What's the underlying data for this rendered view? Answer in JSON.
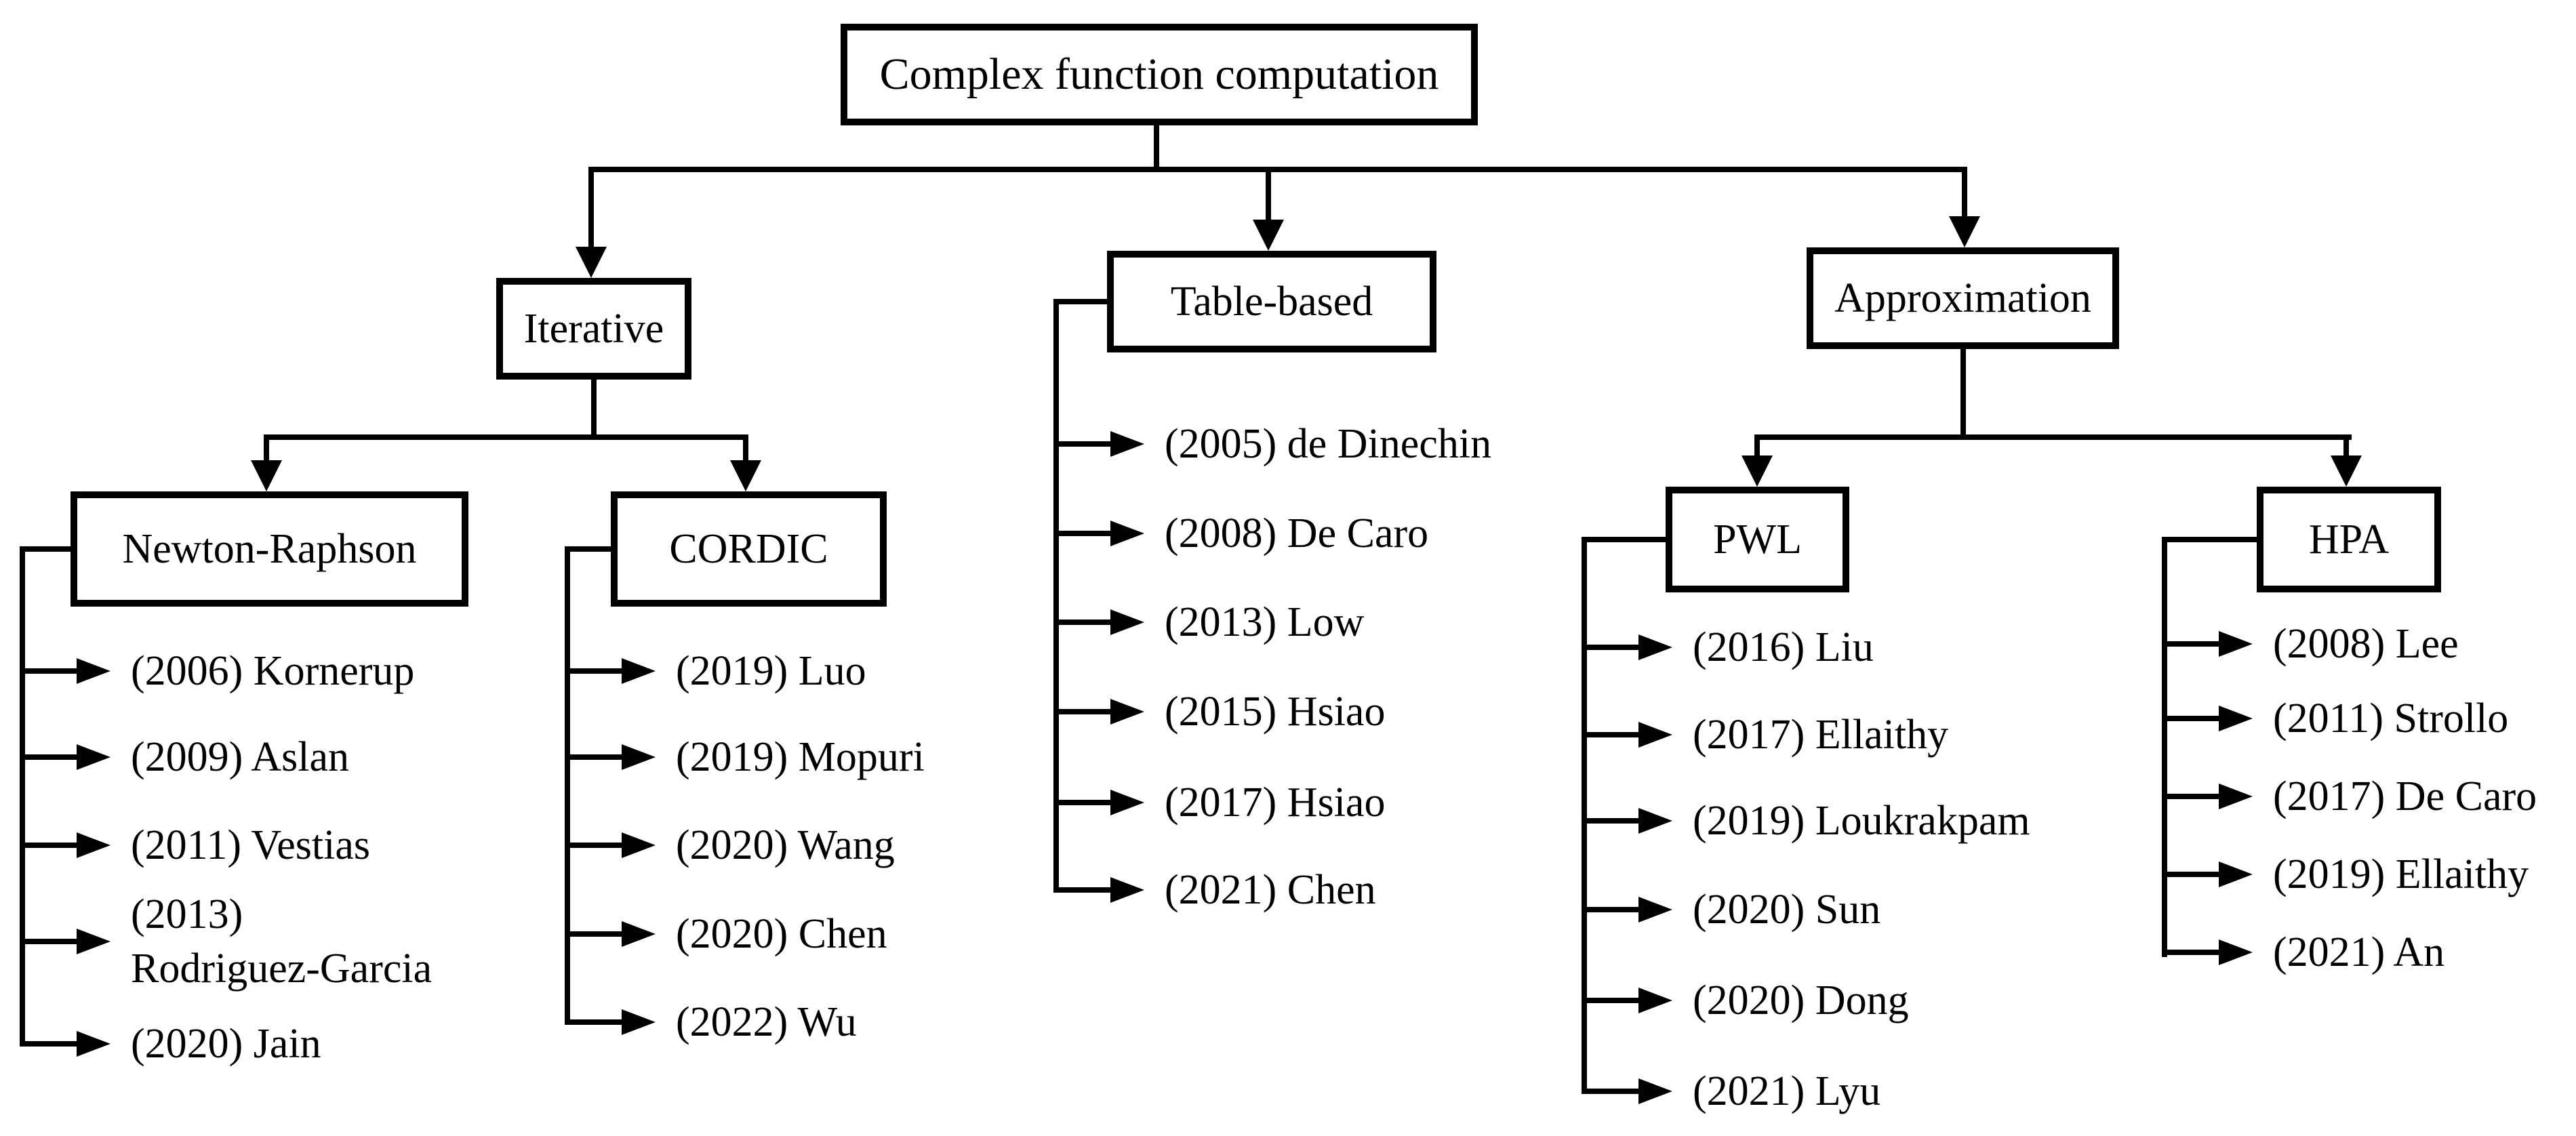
{
  "nodes": {
    "root": "Complex function computation",
    "iterative": "Iterative",
    "table_based": "Table-based",
    "approximation": "Approximation",
    "newton_raphson": "Newton-Raphson",
    "cordic": "CORDIC",
    "pwl": "PWL",
    "hpa": "HPA"
  },
  "leaves": {
    "newton_raphson": [
      "(2006) Kornerup",
      "(2009) Aslan",
      "(2011) Vestias",
      "(2013)\nRodriguez-Garcia",
      "(2020) Jain"
    ],
    "cordic": [
      "(2019) Luo",
      "(2019) Mopuri",
      "(2020) Wang",
      "(2020) Chen",
      "(2022) Wu"
    ],
    "table_based": [
      "(2005) de Dinechin",
      "(2008) De Caro",
      "(2013) Low",
      "(2015) Hsiao",
      "(2017) Hsiao",
      "(2021) Chen"
    ],
    "pwl": [
      "(2016) Liu",
      "(2017) Ellaithy",
      "(2019) Loukrakpam",
      "(2020) Sun",
      "(2020) Dong",
      "(2021) Lyu"
    ],
    "hpa": [
      "(2008) Lee",
      "(2011) Strollo",
      "(2017) De Caro",
      "(2019) Ellaithy",
      "(2021) An"
    ]
  },
  "colors": {
    "line": "#000000",
    "text": "#000000",
    "background": "#ffffff"
  }
}
